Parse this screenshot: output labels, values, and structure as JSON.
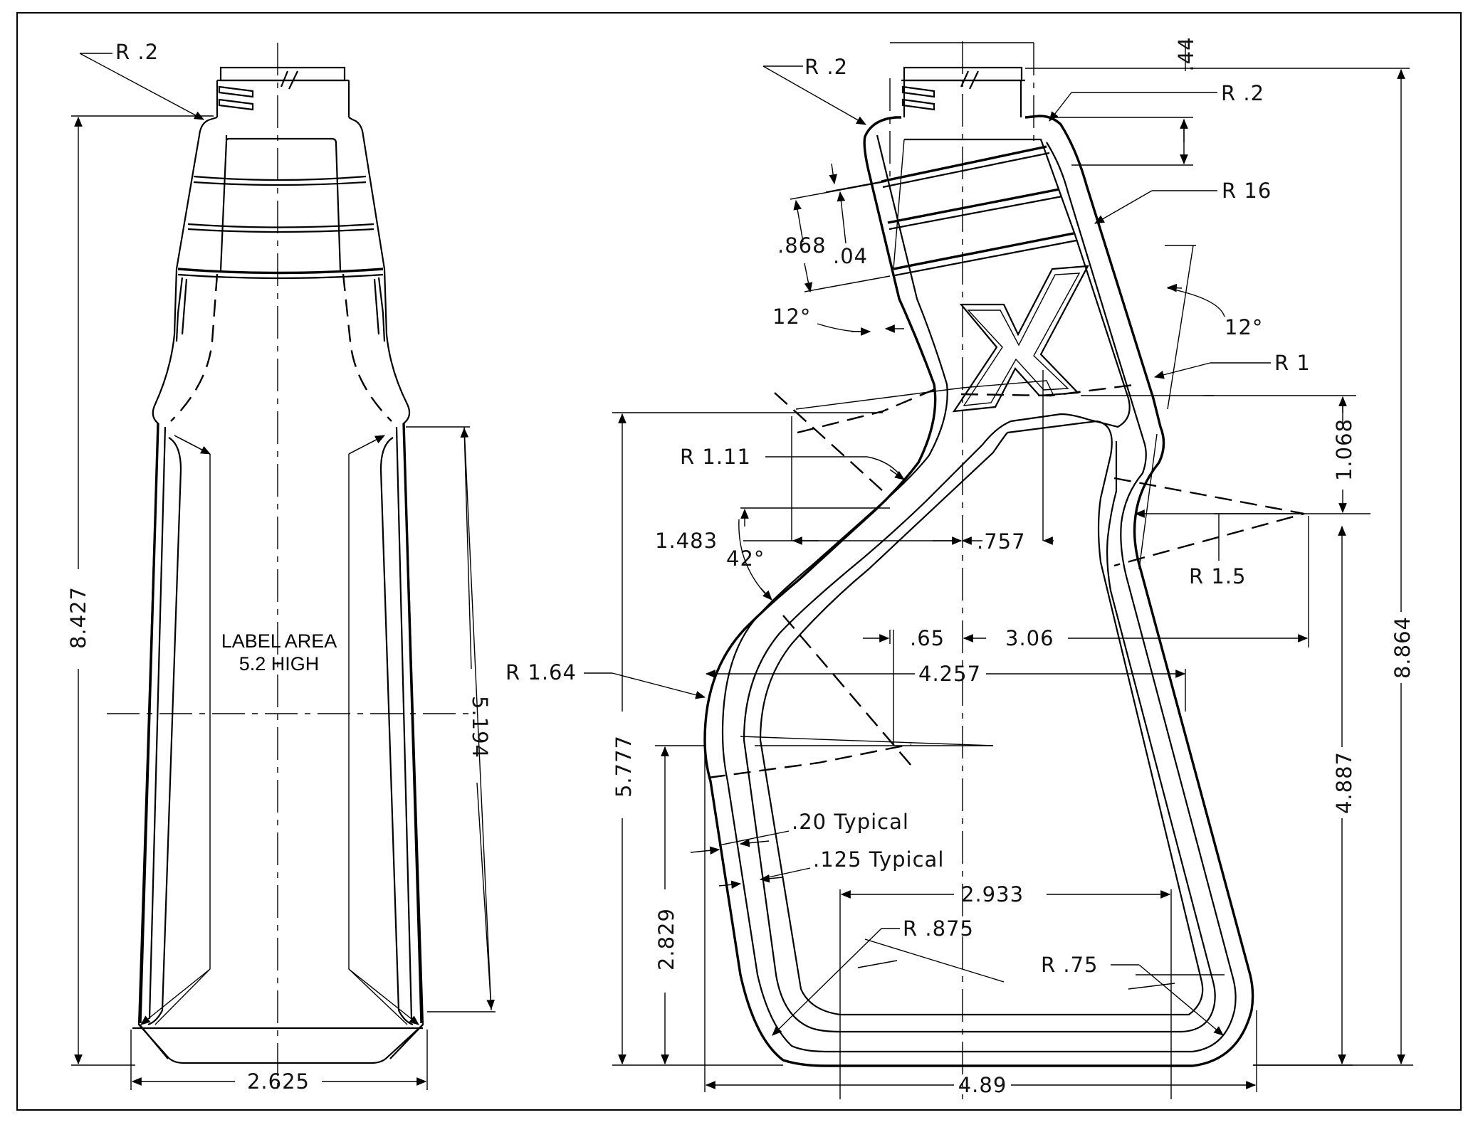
{
  "drawing": {
    "front_view": {
      "label_area": [
        "LABEL AREA",
        "5.2 HIGH"
      ],
      "neck_radius": "R .2",
      "overall_height": "8.427",
      "label_height": "5.194",
      "base_width": "2.625"
    },
    "side_view": {
      "neck_radius_left": "R .2",
      "neck_radius_right": "R .2",
      "finish_offset": ".44",
      "shoulder_radius": "R 16",
      "rib_pitch": ".868",
      "rib_depth": ".04",
      "taper_angle_left": "12°",
      "taper_angle_right": "12°",
      "handle_top_radius": "R 1",
      "handle_radius": "R 1.11",
      "handle_offset": "1.483",
      "handle_angle": "42°",
      "handle_inner_width": ".757",
      "handle_height": "1.068",
      "grip_radius": "R 1.5",
      "grip_offset_left": ".65",
      "grip_offset_right": "3.06",
      "body_radius": "R 1.64",
      "body_width": "4.257",
      "handle_to_base": "5.777",
      "wall_thickness": ".20 Typical",
      "inner_wall_thickness": ".125 Typical",
      "lower_height": "2.829",
      "bottom_width": "2.933",
      "base_radius_left": "R .875",
      "base_radius_right": "R .75",
      "grip_to_base": "4.887",
      "overall_height": "8.864",
      "overall_width": "4.89",
      "logo": "X"
    }
  }
}
